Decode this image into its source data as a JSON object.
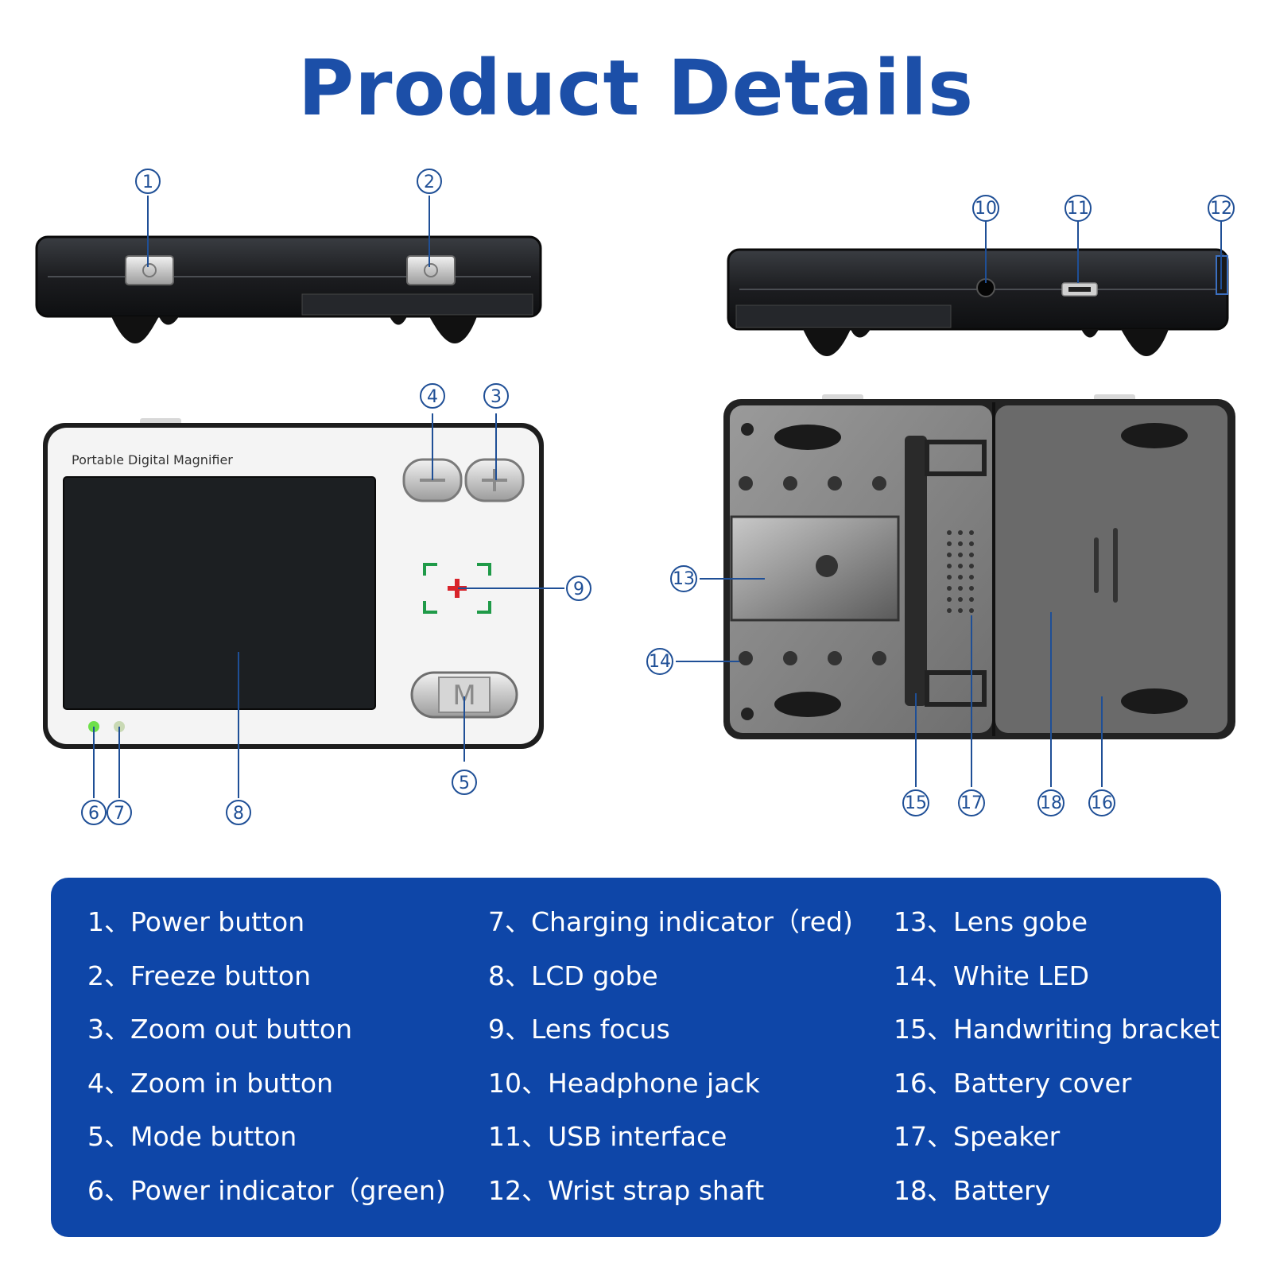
{
  "title": "Product Details",
  "device_label": "Portable Digital Magnifier",
  "mode_button_label": "M",
  "callouts": [
    "1",
    "2",
    "3",
    "4",
    "5",
    "6",
    "7",
    "8",
    "9",
    "10",
    "11",
    "12",
    "13",
    "14",
    "15",
    "16",
    "17",
    "18"
  ],
  "legend": {
    "col1": [
      "1、Power button",
      "2、Freeze button",
      "3、Zoom out button",
      "4、Zoom in button",
      "5、Mode button",
      "6、Power indicator（green)"
    ],
    "col2": [
      "7、Charging indicator（red)",
      "8、LCD gobe",
      "9、Lens focus",
      "10、Headphone jack",
      "11、USB interface",
      "12、Wrist strap shaft"
    ],
    "col3": [
      "13、Lens gobe",
      "14、White LED",
      "15、Handwriting bracket",
      "16、Battery cover",
      "17、Speaker",
      "18、Battery"
    ]
  },
  "colors": {
    "title": "#1c4fa8",
    "legend_bg": "#0e46a8",
    "legend_text": "#ffffff",
    "callout": "#1f4f96",
    "focus_cross": "#d8232a",
    "focus_corners": "#1f9a48"
  }
}
